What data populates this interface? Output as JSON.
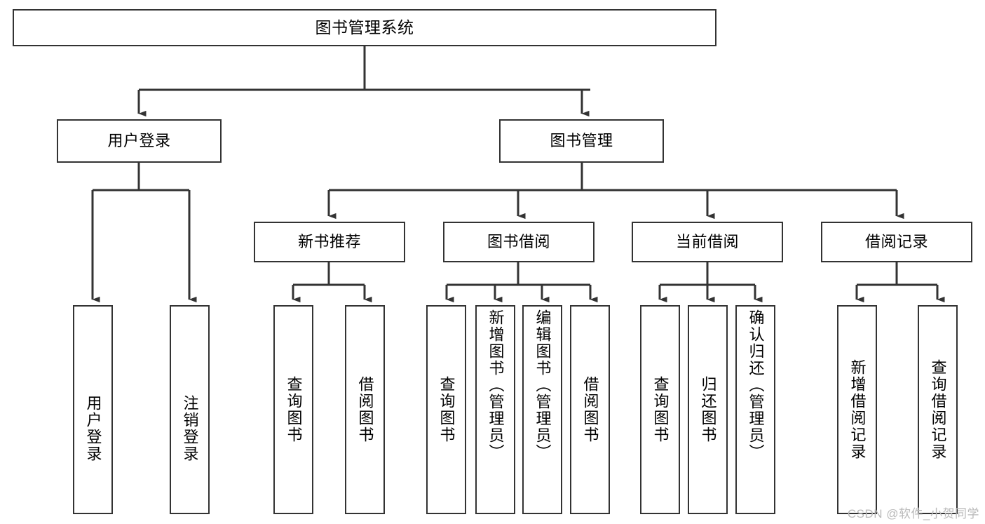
{
  "diagram": {
    "title": "图书管理系统",
    "type": "tree-structure-chart",
    "watermark": "CSDN @软件_小贺同学",
    "colors": {
      "background": "#ffffff",
      "node_border": "#333333",
      "node_fill": "#ffffff",
      "edge": "#333333",
      "watermark": "#b9b9b9"
    },
    "nodes": {
      "root": {
        "label": "图书管理系统"
      },
      "level2": [
        {
          "id": "user-login",
          "label": "用户登录"
        },
        {
          "id": "book-manage",
          "label": "图书管理"
        }
      ],
      "level3": [
        {
          "id": "new-book-rec",
          "label": "新书推荐"
        },
        {
          "id": "book-borrow",
          "label": "图书借阅"
        },
        {
          "id": "current-borrow",
          "label": "当前借阅"
        },
        {
          "id": "borrow-record",
          "label": "借阅记录"
        }
      ],
      "leaves": {
        "user_login": [
          {
            "id": "leaf-user-login",
            "label": "用户登录"
          },
          {
            "id": "leaf-logout",
            "label": "注销登录"
          }
        ],
        "new_book_rec": [
          {
            "id": "leaf-query-book-1",
            "label": "查询图书"
          },
          {
            "id": "leaf-borrow-book-1",
            "label": "借阅图书"
          }
        ],
        "book_borrow": [
          {
            "id": "leaf-query-book-2",
            "label": "查询图书"
          },
          {
            "id": "leaf-add-book",
            "label": "新增图书（管理员）"
          },
          {
            "id": "leaf-edit-book",
            "label": "编辑图书（管理员）"
          },
          {
            "id": "leaf-borrow-book-2",
            "label": "借阅图书"
          }
        ],
        "current_borrow": [
          {
            "id": "leaf-query-book-3",
            "label": "查询图书"
          },
          {
            "id": "leaf-return-book",
            "label": "归还图书"
          },
          {
            "id": "leaf-confirm-return",
            "label": "确认归还（管理员）"
          }
        ],
        "borrow_record": [
          {
            "id": "leaf-add-record",
            "label": "新增借阅记录"
          },
          {
            "id": "leaf-query-record",
            "label": "查询借阅记录"
          }
        ]
      }
    }
  }
}
